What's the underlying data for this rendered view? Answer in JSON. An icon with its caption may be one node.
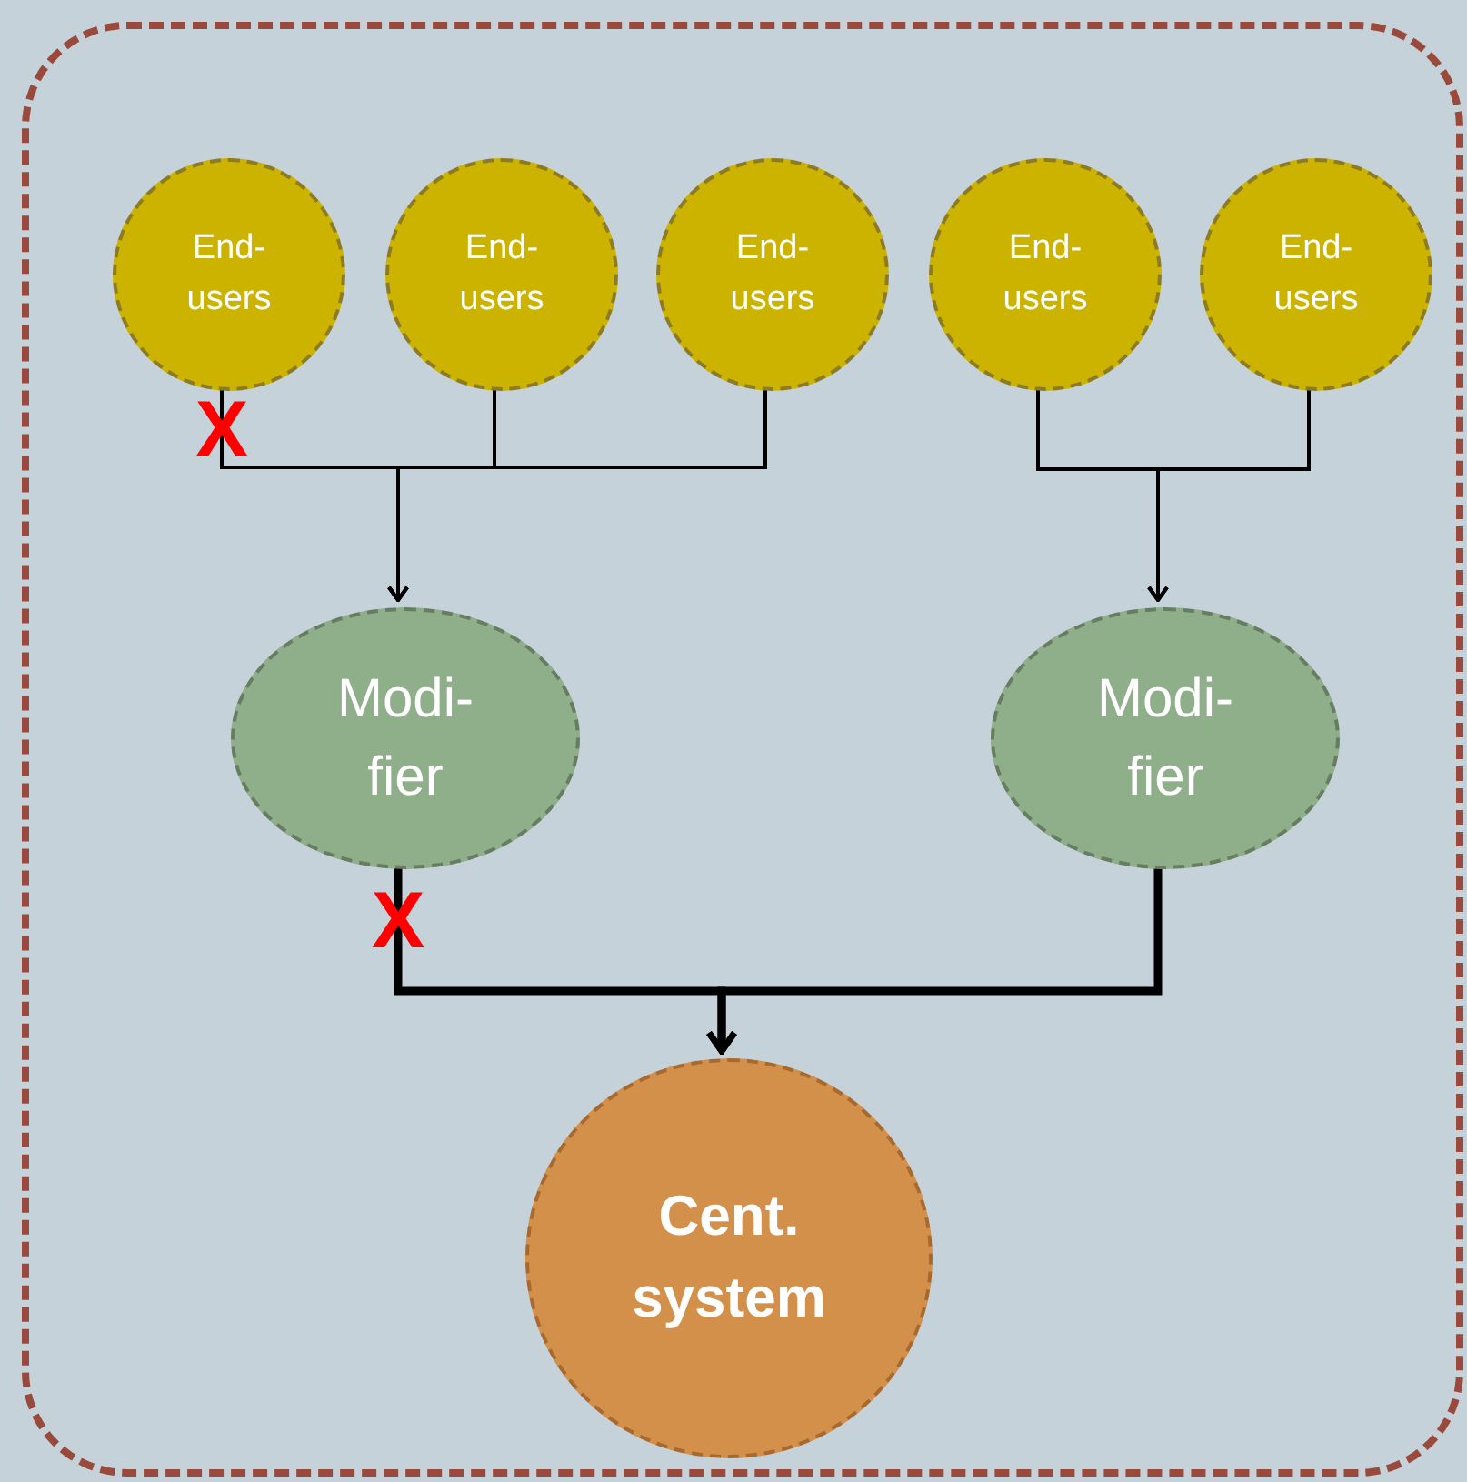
{
  "diagram": {
    "nodes": [
      {
        "text": [],
        "shape": "box"
      },
      {
        "text": [
          "End- users"
        ],
        "in": 0
      },
      {
        "text": [
          "End- users"
        ],
        "in": 0
      },
      {
        "text": [
          "End- users"
        ],
        "in": 0
      },
      {
        "text": [
          "End- users"
        ],
        "in": 0
      },
      {
        "text": [
          "End- users"
        ],
        "in": 0
      },
      {
        "text": [
          "Modi- fier"
        ],
        "in": 0
      },
      {
        "text": [
          "Modi- fier"
        ],
        "in": 0
      },
      {
        "text": [
          "Cent. system"
        ],
        "in": 0
      }
    ],
    "edges": [
      {
        "from": 1,
        "to": 6,
        "arrow": "to"
      },
      {
        "from": 2,
        "to": 6,
        "arrow": "to"
      },
      {
        "from": 3,
        "to": 6,
        "arrow": "to"
      },
      {
        "from": 4,
        "to": 7,
        "arrow": "to"
      },
      {
        "from": 5,
        "to": 7,
        "arrow": "to"
      },
      {
        "from": 6,
        "to": 8,
        "arrow": "to",
        "style": "thick"
      },
      {
        "from": 7,
        "to": 8,
        "arrow": "to",
        "style": "thick"
      }
    ],
    "labels": [
      "X",
      "X"
    ]
  }
}
